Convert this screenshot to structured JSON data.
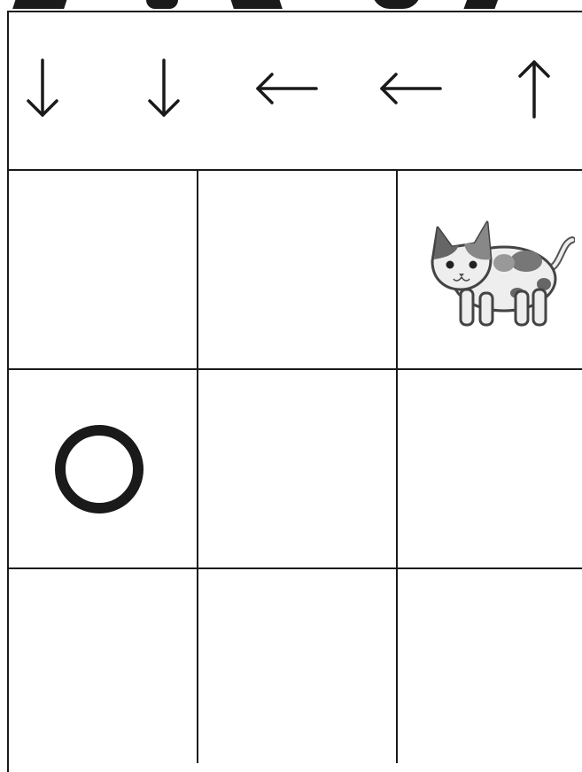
{
  "instructions": {
    "arrows": [
      {
        "direction": "down",
        "symbol": "↓"
      },
      {
        "direction": "down",
        "symbol": "↓"
      },
      {
        "direction": "left",
        "symbol": "←"
      },
      {
        "direction": "left",
        "symbol": "←"
      },
      {
        "direction": "up",
        "symbol": "↑"
      }
    ]
  },
  "board": {
    "rows": 3,
    "columns": 3,
    "cells": [
      {
        "row": 0,
        "col": 0,
        "content": "empty"
      },
      {
        "row": 0,
        "col": 1,
        "content": "empty"
      },
      {
        "row": 0,
        "col": 2,
        "content": "cat",
        "icon": "cat-icon"
      },
      {
        "row": 1,
        "col": 0,
        "content": "circle",
        "icon": "circle-marker"
      },
      {
        "row": 1,
        "col": 1,
        "content": "empty"
      },
      {
        "row": 1,
        "col": 2,
        "content": "empty"
      },
      {
        "row": 2,
        "col": 0,
        "content": "empty"
      },
      {
        "row": 2,
        "col": 1,
        "content": "empty"
      },
      {
        "row": 2,
        "col": 2,
        "content": "empty"
      }
    ]
  },
  "colors": {
    "line": "#1a1a1a",
    "background": "#ffffff"
  }
}
